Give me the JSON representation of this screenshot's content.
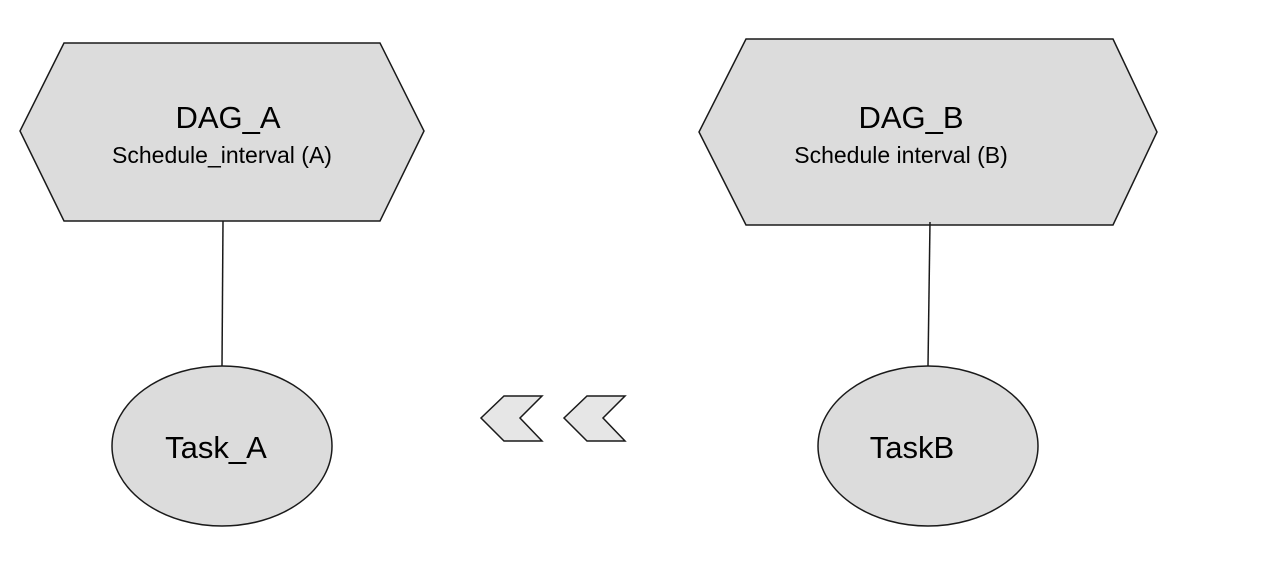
{
  "dag_a": {
    "title": "DAG_A",
    "subtitle": "Schedule_interval (A)"
  },
  "dag_b": {
    "title": "DAG_B",
    "subtitle": "Schedule interval (B)"
  },
  "task_a": {
    "label": "Task_A"
  },
  "task_b": {
    "label": "TaskB"
  },
  "dependency_direction": "right-to-left",
  "colors": {
    "shape_fill": "#dcdcdc",
    "outline": "#1a1a1a",
    "background": "#ffffff"
  }
}
